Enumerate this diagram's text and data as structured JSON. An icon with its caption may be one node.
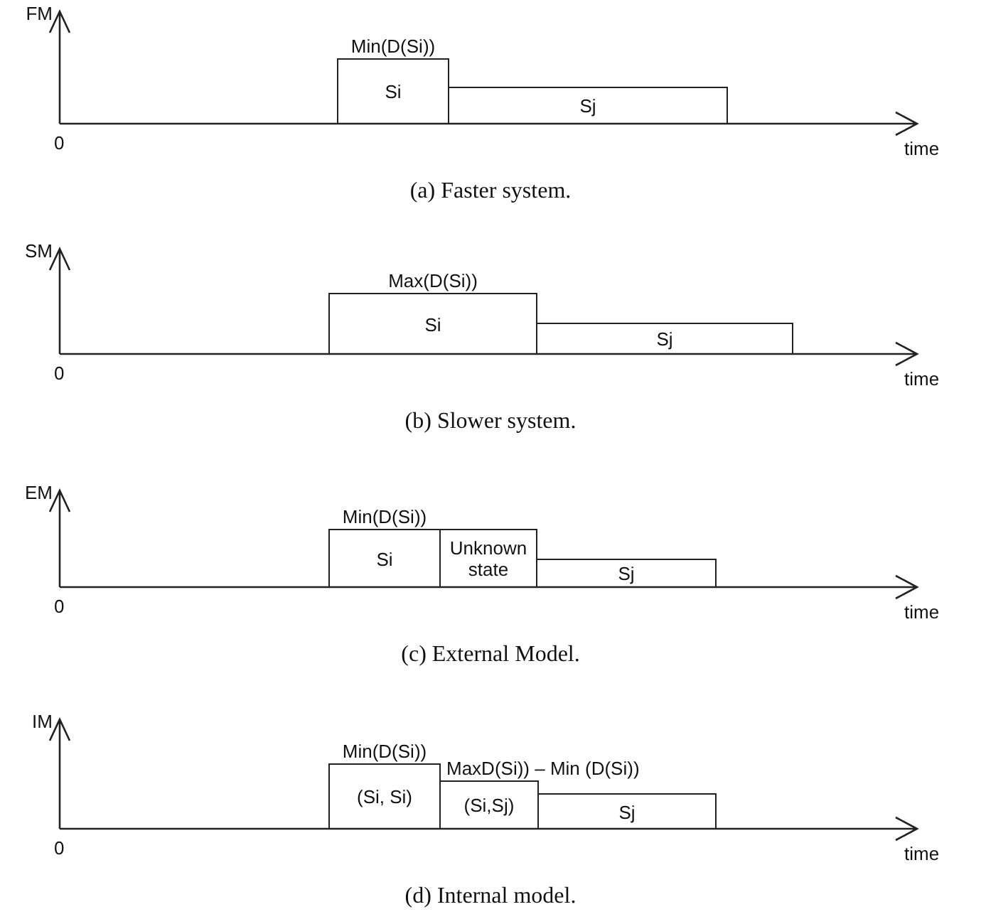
{
  "diagram": {
    "nodes": [
      {
        "text": [
          "Min(D(Si))",
          "Si"
        ]
      },
      {
        "text": [
          "Sj"
        ]
      },
      {
        "text": [
          "Max(D(Si))",
          "Si"
        ]
      },
      {
        "text": [
          "Sj"
        ]
      },
      {
        "text": [
          "Min(D(Si))",
          "Si"
        ]
      },
      {
        "text": [
          "Unknown state"
        ]
      },
      {
        "text": [
          "Sj"
        ]
      },
      {
        "text": [
          "Min(D(Si))",
          "(Si, Si)"
        ]
      },
      {
        "text": [
          "MaxD(Si)) – Min (D(Si))",
          "(Si,Sj)"
        ]
      },
      {
        "text": [
          "Sj"
        ]
      }
    ],
    "labels": [
      "FM",
      "0",
      "time",
      "(a)  Faster system.",
      "SM",
      "0",
      "time",
      "(b)  Slower system.",
      "EM",
      "0",
      "time",
      "(c)  External Model.",
      "IM",
      "0",
      "time",
      "(d)  Internal model."
    ]
  }
}
